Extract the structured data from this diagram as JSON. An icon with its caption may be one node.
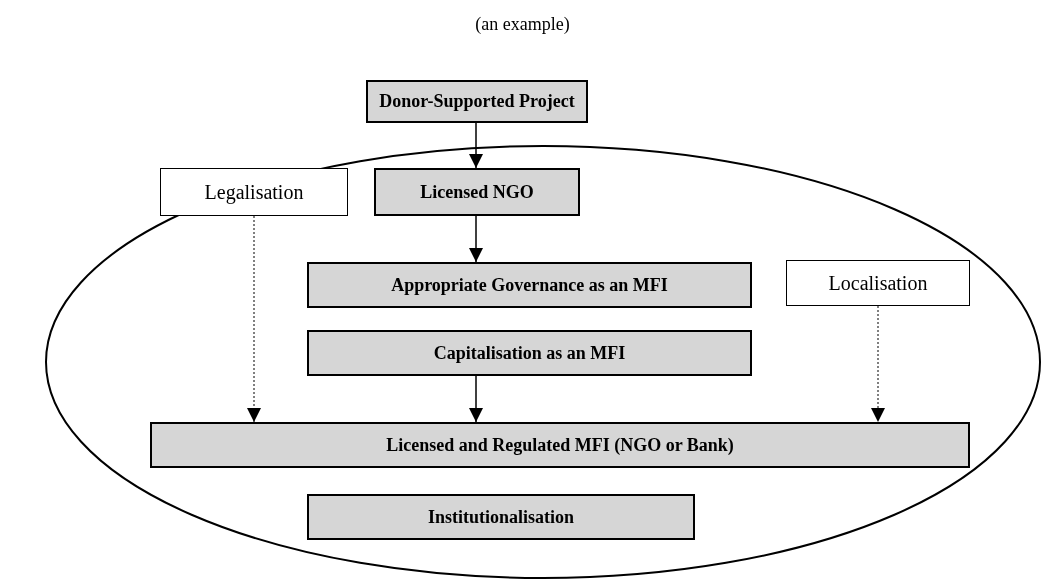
{
  "diagram": {
    "title": "(an example)",
    "nodes": [
      {
        "text": [
          "Donor-Supported Project"
        ]
      },
      {
        "text": [
          "Legalisation"
        ]
      },
      {
        "text": [
          "Licensed NGO"
        ]
      },
      {
        "text": [
          "Appropriate Governance as an MFI"
        ]
      },
      {
        "text": [
          "Localisation"
        ]
      },
      {
        "text": [
          "Capitalisation as an MFI"
        ]
      },
      {
        "text": [
          "Licensed and Regulated MFI (NGO or Bank)"
        ]
      },
      {
        "text": [
          "Institutionalisation"
        ]
      }
    ],
    "edges": [
      {
        "from": 0,
        "to": 2,
        "arrow": "to"
      },
      {
        "from": 2,
        "to": 3,
        "arrow": "to"
      },
      {
        "from": 5,
        "to": 6,
        "arrow": "to"
      },
      {
        "from": 1,
        "to": 6,
        "arrow": "to",
        "style": "dashed"
      },
      {
        "from": 4,
        "to": 6,
        "arrow": "to",
        "style": "dashed"
      }
    ]
  }
}
